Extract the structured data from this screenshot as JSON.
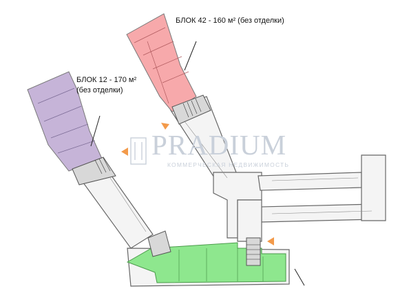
{
  "blocks": [
    {
      "title": "БЛОК 42 - 160 м²",
      "note": "(без отделки)",
      "fill": "#f7a9ab"
    },
    {
      "title": "БЛОК 12 - 170 м²",
      "note": "(без отделки)",
      "fill": "#c6b4d8"
    }
  ],
  "green_area_fill": "#8ee78e",
  "arrow_color": "#f39a4a",
  "watermark": {
    "name": "PRADIUM",
    "tagline": "КОММЕРЧЕСКАЯ НЕДВИЖИМОСТЬ",
    "icon": "pradium-logo-icon"
  }
}
